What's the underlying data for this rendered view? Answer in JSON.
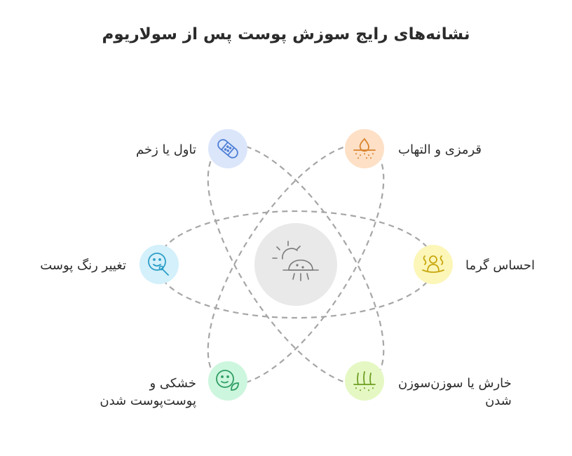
{
  "title": "نشانه‌های رایج سوزش پوست پس از سولاریوم",
  "center": {
    "icon": "sun-skin-icon",
    "fill": "#e9e9e9"
  },
  "nodes": [
    {
      "id": "blister",
      "label": "تاول یا زخم",
      "icon": "bandage-icon",
      "fill": "#dbe6fb",
      "stroke": "#4f7fd6"
    },
    {
      "id": "redness",
      "label": "قرمزی و التهاب",
      "icon": "skin-flame-icon",
      "fill": "#fde0c6",
      "stroke": "#d9822b"
    },
    {
      "id": "color",
      "label": "تغییر رنگ پوست",
      "icon": "face-brush-icon",
      "fill": "#d3f0fb",
      "stroke": "#2c9ec7"
    },
    {
      "id": "heat",
      "label": "احساس گرما",
      "icon": "heat-person-icon",
      "fill": "#fcf6b8",
      "stroke": "#c9a70f"
    },
    {
      "id": "dryness",
      "label_lines": [
        "خشکی و",
        "پوست‌پوست شدن"
      ],
      "icon": "face-leaf-icon",
      "fill": "#cdf6de",
      "stroke": "#2f9e63"
    },
    {
      "id": "itching",
      "label_lines": [
        "خارش یا سوزن‌سوزن",
        "شدن"
      ],
      "icon": "skin-hair-icon",
      "fill": "#e5f8c4",
      "stroke": "#6e9e22"
    }
  ],
  "colors": {
    "orbit": "#a6a6a6",
    "center_icon": "#7a7a7a"
  }
}
